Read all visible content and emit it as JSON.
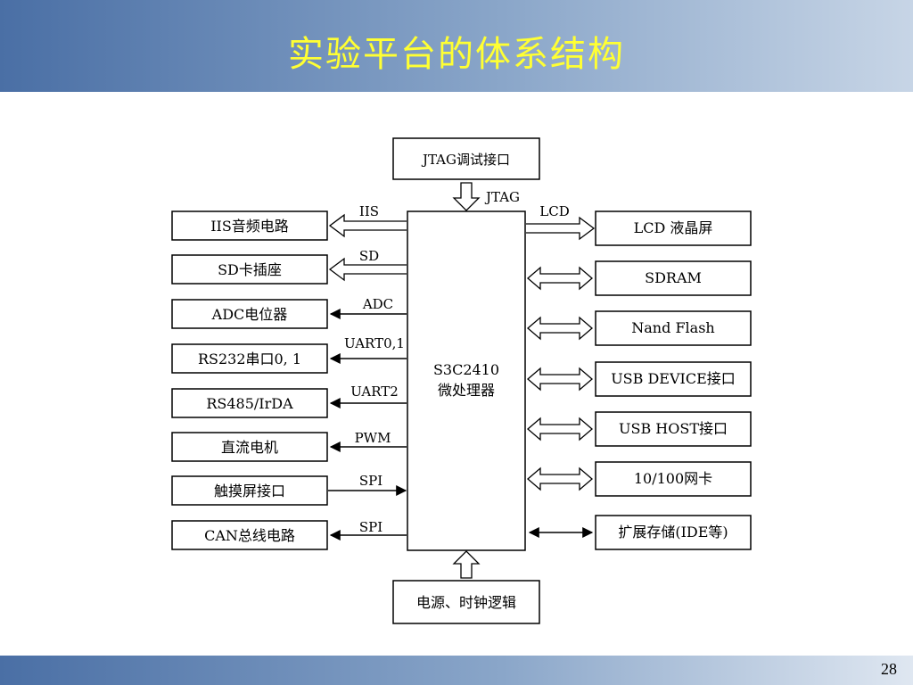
{
  "slide": {
    "title": "实验平台的体系结构",
    "page_number": "28"
  },
  "diagram": {
    "top": {
      "label": "JTAG调试接口",
      "bus": "JTAG"
    },
    "bottom": {
      "label": "电源、时钟逻辑"
    },
    "cpu": {
      "line1": "S3C2410",
      "line2": "微处理器"
    },
    "left": [
      {
        "label": "IIS音频电路",
        "bus": "IIS"
      },
      {
        "label": "SD卡插座",
        "bus": "SD"
      },
      {
        "label": "ADC电位器",
        "bus": "ADC"
      },
      {
        "label": "RS232串口0, 1",
        "bus": "UART0,1"
      },
      {
        "label": "RS485/IrDA",
        "bus": "UART2"
      },
      {
        "label": "直流电机",
        "bus": "PWM"
      },
      {
        "label": "触摸屏接口",
        "bus": "SPI"
      },
      {
        "label": "CAN总线电路",
        "bus": "SPI"
      }
    ],
    "right": [
      {
        "label": "LCD 液晶屏",
        "bus": "LCD"
      },
      {
        "label": "SDRAM"
      },
      {
        "label": "Nand Flash"
      },
      {
        "label": "USB DEVICE接口"
      },
      {
        "label": "USB HOST接口"
      },
      {
        "label": "10/100网卡"
      },
      {
        "label": "扩展存储(IDE等)"
      }
    ]
  }
}
